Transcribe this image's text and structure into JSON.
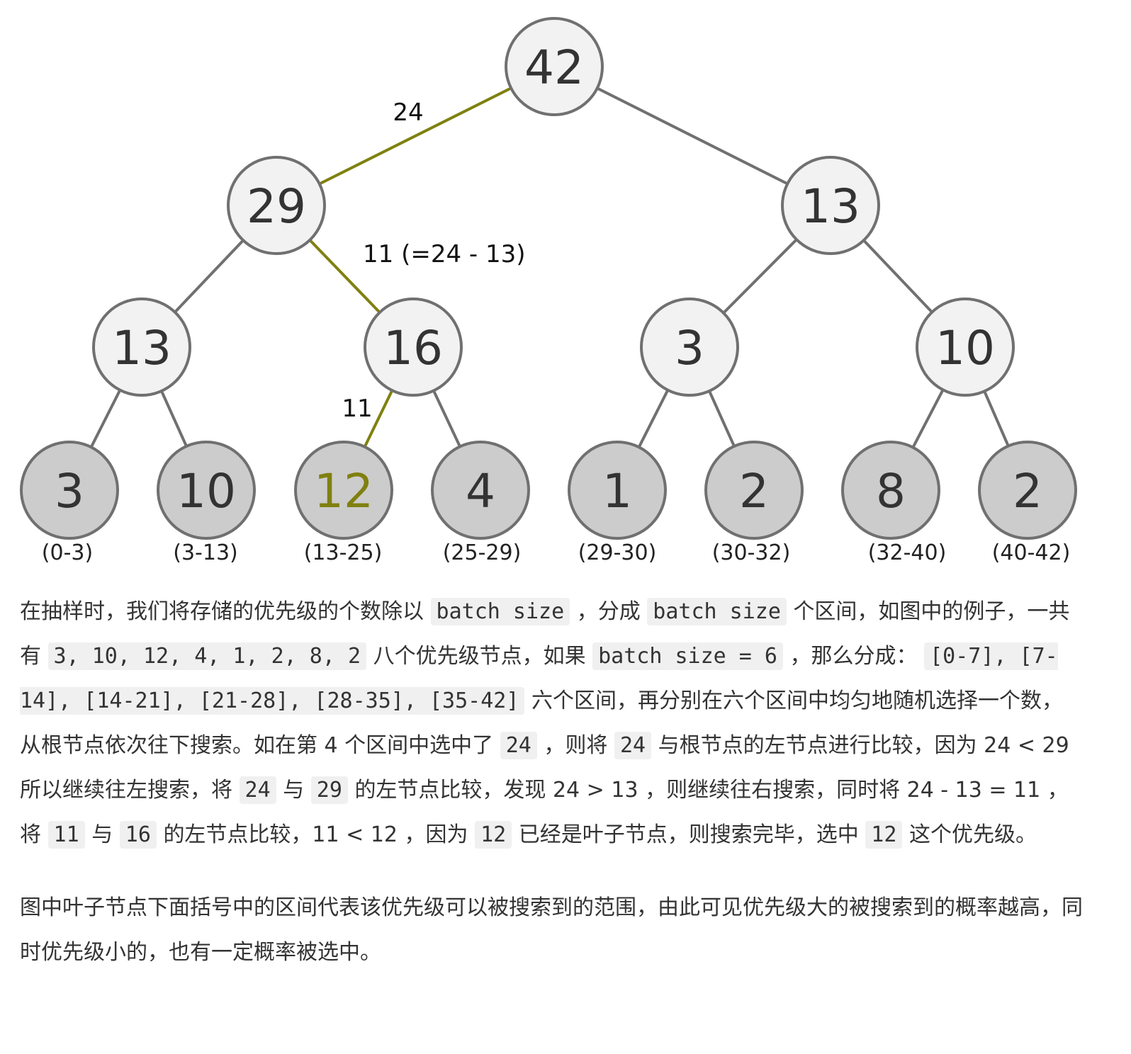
{
  "diagram": {
    "nodes": [
      {
        "id": "root",
        "value": "42",
        "leaf": false
      },
      {
        "id": "l1a",
        "value": "29",
        "leaf": false
      },
      {
        "id": "l1b",
        "value": "13",
        "leaf": false
      },
      {
        "id": "l2a",
        "value": "13",
        "leaf": false
      },
      {
        "id": "l2b",
        "value": "16",
        "leaf": false
      },
      {
        "id": "l2c",
        "value": "3",
        "leaf": false
      },
      {
        "id": "l2d",
        "value": "10",
        "leaf": false
      },
      {
        "id": "leaf1",
        "value": "3",
        "leaf": true,
        "range": "(0-3)"
      },
      {
        "id": "leaf2",
        "value": "10",
        "leaf": true,
        "range": "(3-13)"
      },
      {
        "id": "leaf3",
        "value": "12",
        "leaf": true,
        "range": "(13-25)",
        "highlight": true
      },
      {
        "id": "leaf4",
        "value": "4",
        "leaf": true,
        "range": "(25-29)"
      },
      {
        "id": "leaf5",
        "value": "1",
        "leaf": true,
        "range": "(29-30)"
      },
      {
        "id": "leaf6",
        "value": "2",
        "leaf": true,
        "range": "(30-32)"
      },
      {
        "id": "leaf7",
        "value": "8",
        "leaf": true,
        "range": "(32-40)"
      },
      {
        "id": "leaf8",
        "value": "2",
        "leaf": true,
        "range": "(40-42)"
      }
    ],
    "edges": [
      {
        "from": "root",
        "to": "l1a",
        "highlight": true,
        "label": "24"
      },
      {
        "from": "root",
        "to": "l1b"
      },
      {
        "from": "l1a",
        "to": "l2a"
      },
      {
        "from": "l1a",
        "to": "l2b",
        "highlight": true,
        "label": "11 (=24 - 13)"
      },
      {
        "from": "l1b",
        "to": "l2c"
      },
      {
        "from": "l1b",
        "to": "l2d"
      },
      {
        "from": "l2a",
        "to": "leaf1"
      },
      {
        "from": "l2a",
        "to": "leaf2"
      },
      {
        "from": "l2b",
        "to": "leaf3",
        "highlight": true,
        "label": "11"
      },
      {
        "from": "l2b",
        "to": "leaf4"
      },
      {
        "from": "l2c",
        "to": "leaf5"
      },
      {
        "from": "l2c",
        "to": "leaf6"
      },
      {
        "from": "l2d",
        "to": "leaf7"
      },
      {
        "from": "l2d",
        "to": "leaf8"
      }
    ],
    "colors": {
      "node_fill": "#f2f2f2",
      "leaf_fill": "#cccccc",
      "node_stroke": "#707070",
      "edge": "#707070",
      "highlight": "#808010",
      "text": "#333333"
    }
  },
  "article": {
    "p1": {
      "s1": "在抽样时，我们将存储的优先级的个数除以",
      "c1": "batch size",
      "s2": "，分成",
      "c2": "batch size",
      "s3": "个区间，如图中的例子，一共有",
      "c3": "3, 10, 12, 4, 1, 2, 8, 2",
      "s4": "八个优先级节点，如果",
      "c4": "batch size = 6",
      "s5": "，那么分成：",
      "c5": "[0-7], [7-14], [14-21], [21-28], [28-35], [35-42]",
      "s6": "六个区间，再分别在六个区间中均匀地随机选择一个数，从根节点依次往下搜索。如在第 4 个区间中选中了",
      "c6": "24",
      "s7": "，则将",
      "c7": "24",
      "s8": "与根节点的左节点进行比较，因为 24 < 29 所以继续往左搜索，将",
      "c8": "24",
      "s9": "与",
      "c9": "29",
      "s10": "的左节点比较，发现 24 > 13 ，则继续往右搜索，同时将 24 - 13 = 11 ，将",
      "c10": "11",
      "s11": "与",
      "c11": "16",
      "s12": "的左节点比较，11 < 12 ，因为",
      "c12": "12",
      "s13": "已经是叶子节点，则搜索完毕，选中",
      "c13": "12",
      "s14": "这个优先级。"
    },
    "p2": "图中叶子节点下面括号中的区间代表该优先级可以被搜索到的范围，由此可见优先级大的被搜索到的概率越高，同时优先级小的，也有一定概率被选中。"
  }
}
